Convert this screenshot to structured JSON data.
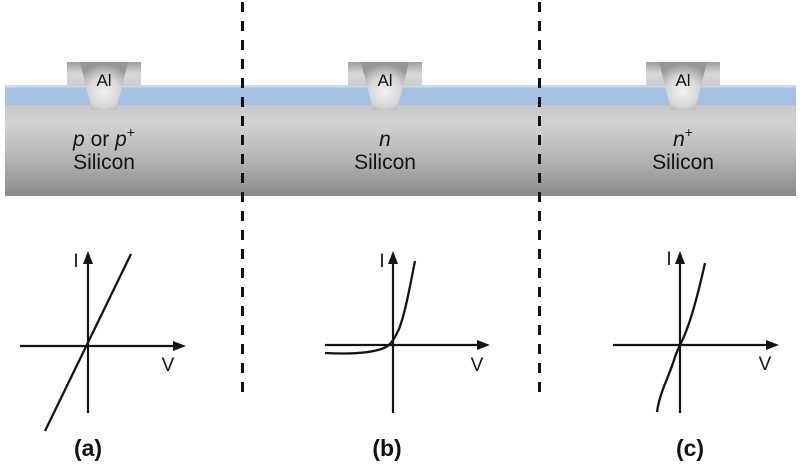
{
  "figure": {
    "regions": [
      {
        "contact_label": "Al",
        "doping_primary": "p",
        "doping_primary_sup": "",
        "doping_alt_conj": " or ",
        "doping_alt": "p",
        "doping_alt_sup": "+",
        "material": "Silicon"
      },
      {
        "contact_label": "Al",
        "doping_primary": "n",
        "doping_primary_sup": "",
        "doping_alt_conj": "",
        "doping_alt": "",
        "doping_alt_sup": "",
        "material": "Silicon"
      },
      {
        "contact_label": "Al",
        "doping_primary": "n",
        "doping_primary_sup": "+",
        "doping_alt_conj": "",
        "doping_alt": "",
        "doping_alt_sup": "",
        "material": "Silicon"
      }
    ],
    "graphs": [
      {
        "caption": "(a)",
        "xlabel": "V",
        "ylabel": "I",
        "curve_shape": "straight line through origin (ohmic contact)"
      },
      {
        "caption": "(b)",
        "xlabel": "V",
        "ylabel": "I",
        "curve_shape": "rectifying diode curve: small reverse saturation current, exponential forward rise"
      },
      {
        "caption": "(c)",
        "xlabel": "V",
        "ylabel": "I",
        "curve_shape": "steep S-curve through origin (quasi-ohmic tunneling contact)"
      }
    ],
    "colors": {
      "oxide_blue": "#a4c1e3",
      "silicon_top": "#d3d3d3",
      "silicon_bottom": "#8b8b8b",
      "metal_light": "#d8d8d8",
      "metal_dark": "#9d9d9d",
      "line_black": "#141414"
    }
  }
}
